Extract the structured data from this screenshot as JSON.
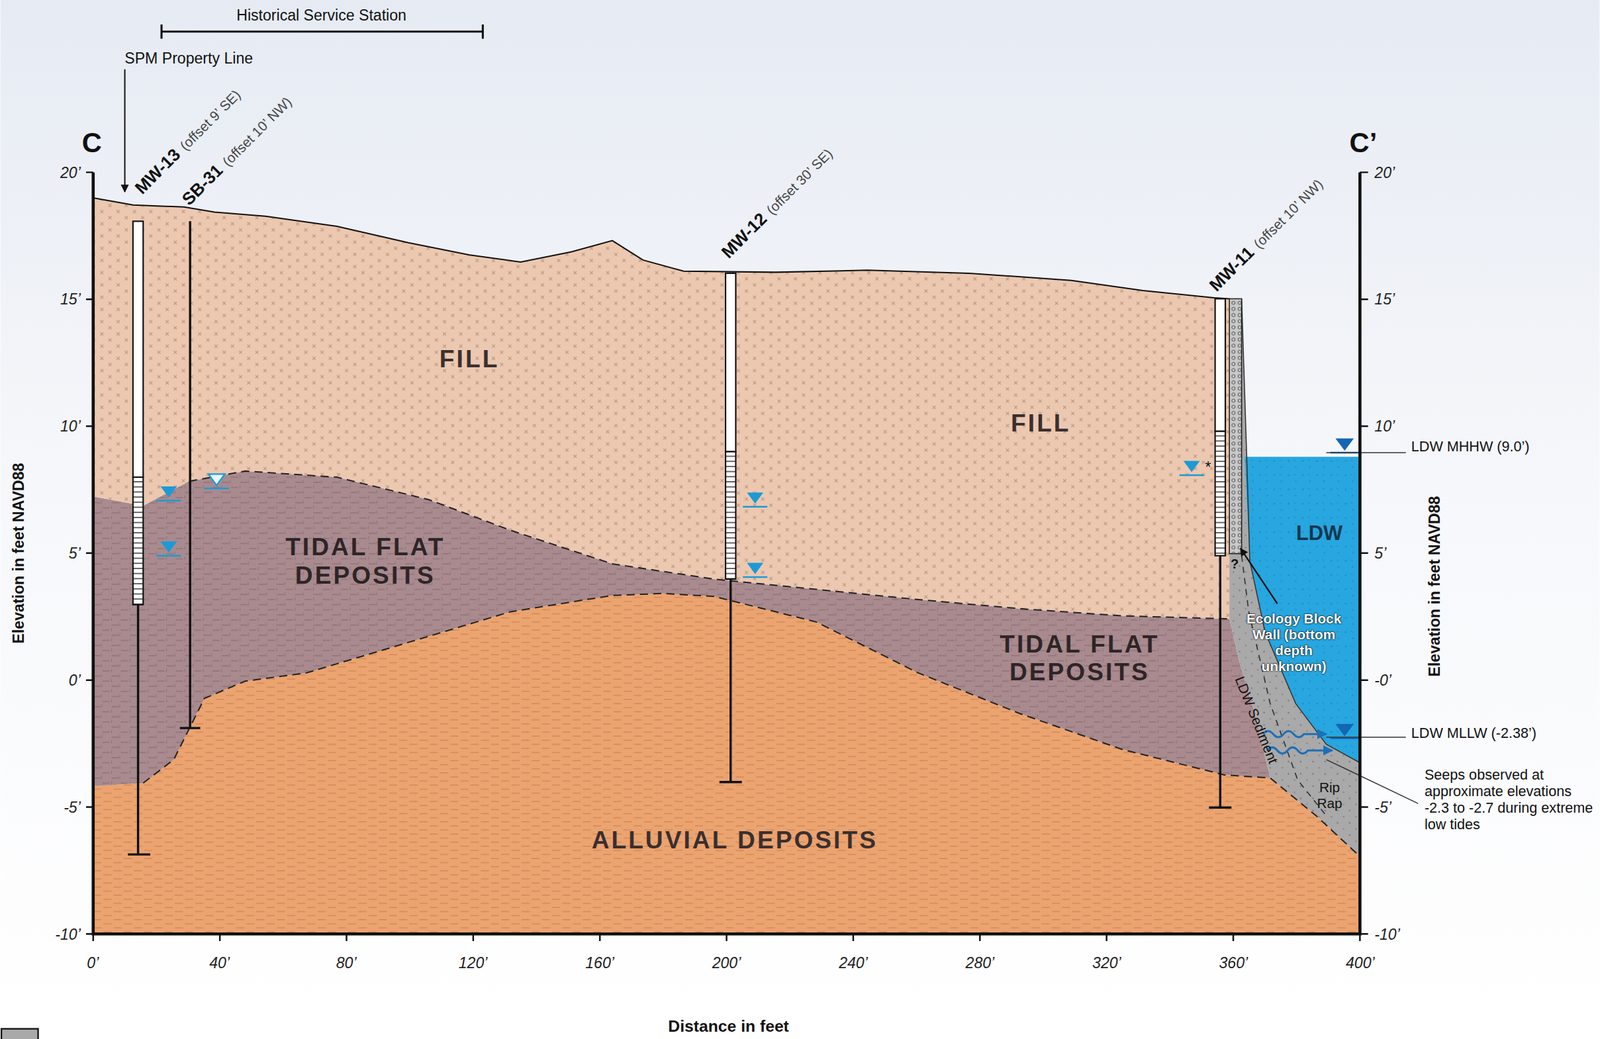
{
  "diagram": {
    "labels": [
      "Historical Service Station",
      "SPM Property Line",
      "C",
      "C’",
      "MW-13",
      "(offset 9’ SE)",
      "SB-31",
      "(offset 10’ NW)",
      "MW-12",
      "(offset 30’ SE)",
      "MW-11",
      "(offset 10’ NW)",
      "20’",
      "15’",
      "10’",
      "5’",
      "0’",
      "-5’",
      "-10’",
      "20’",
      "15’",
      "10’",
      "5’",
      "-0’",
      "-5’",
      "-10’",
      "Elevation in feet NAVD88",
      "Elevation in feet NAVD88",
      "0’",
      "40’",
      "80’",
      "120’",
      "160’",
      "200’",
      "240’",
      "280’",
      "320’",
      "360’",
      "400’",
      "Distance in feet",
      "FILL",
      "FILL",
      "TIDAL FLAT DEPOSITS",
      "TIDAL FLAT DEPOSITS",
      "ALLUVIAL DEPOSITS",
      "LDW",
      "Ecology Block Wall (bottom depth unknown)",
      "LDW Sediment",
      "Rip Rap",
      "?",
      "*",
      "LDW MHHW (9.0’)",
      "LDW MLLW (-2.38’)",
      "Seeps observed at approximate elevations -2.3 to -2.7 during extreme low tides"
    ]
  }
}
